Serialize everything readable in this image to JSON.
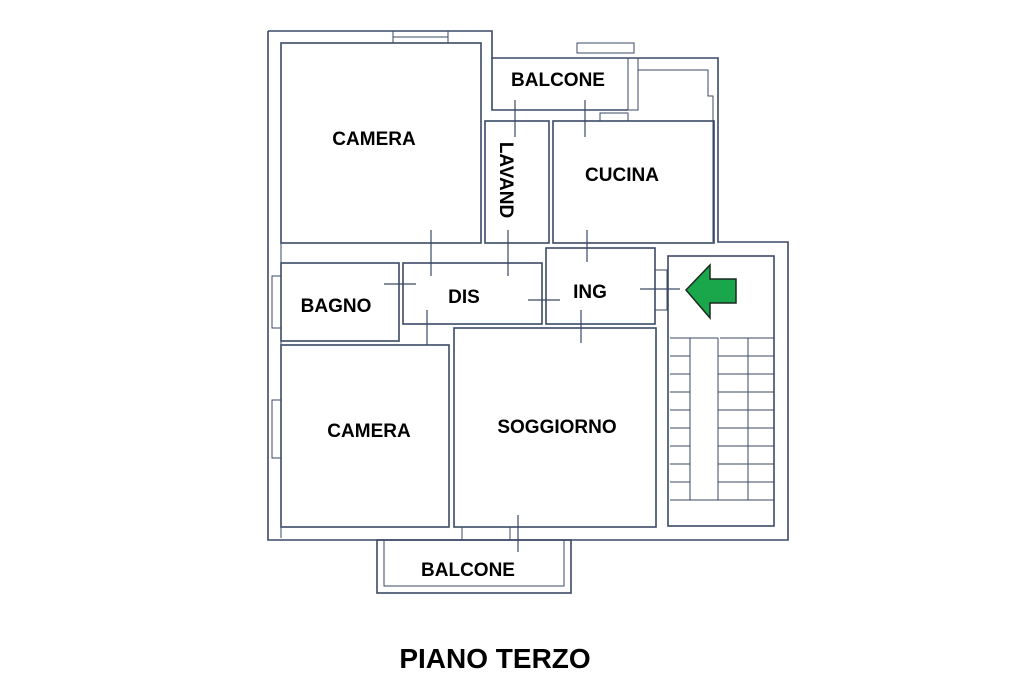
{
  "plan": {
    "title": "PIANO TERZO",
    "rooms": {
      "camera_top": "CAMERA",
      "balcone_top": "BALCONE",
      "lavand": "LAVAND",
      "cucina": "CUCINA",
      "bagno": "BAGNO",
      "dis": "DIS",
      "ing": "ING",
      "camera_bottom": "CAMERA",
      "soggiorno": "SOGGIORNO",
      "balcone_bottom": "BALCONE"
    },
    "entrance_arrow_color": "#1aa64a",
    "wall_color": "#3a4a66"
  }
}
